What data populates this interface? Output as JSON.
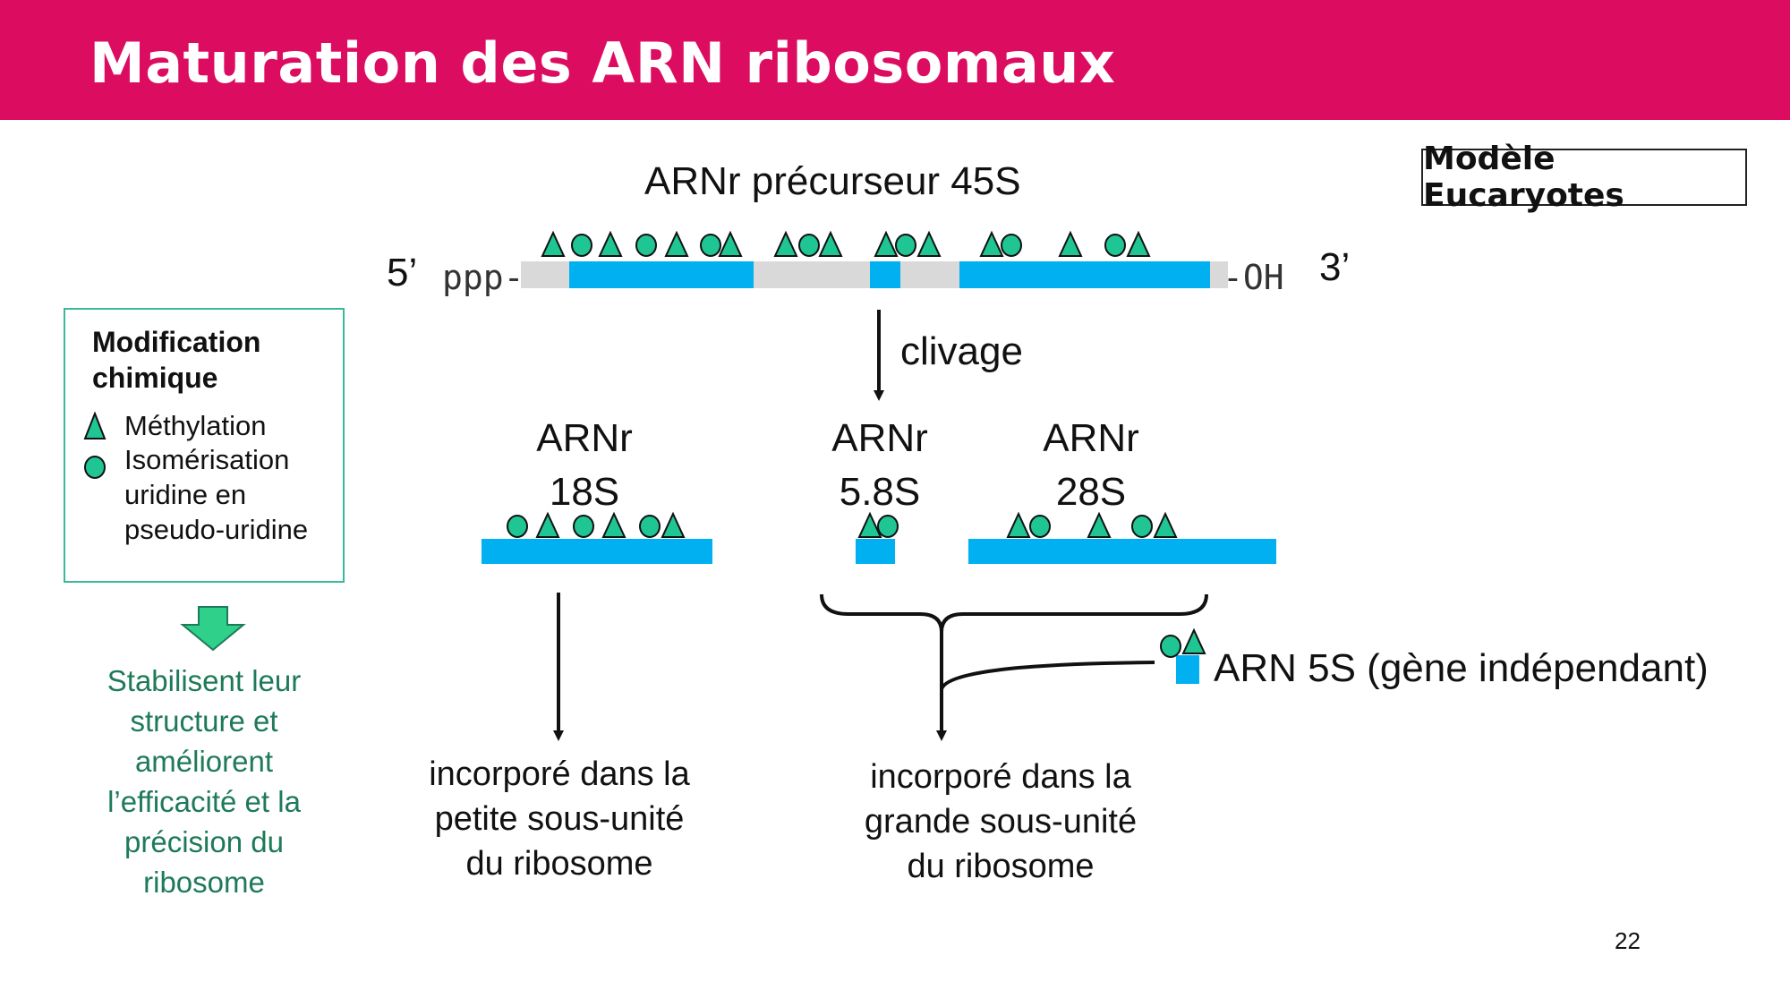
{
  "header": {
    "title": "Maturation des ARN ribosomaux"
  },
  "model_label": "Modèle Eucaryotes",
  "precursor": {
    "title": "ARNr précurseur 45S",
    "end5": "5’",
    "ppp": "ppp-",
    "oh": "-OH",
    "end3": "3’"
  },
  "cleavage_label": "clivage",
  "products": {
    "r18s": {
      "line1": "ARNr",
      "line2": "18S"
    },
    "r58s": {
      "line1": "ARNr",
      "line2": "5.8S"
    },
    "r28s": {
      "line1": "ARNr",
      "line2": "28S"
    }
  },
  "arn5s_label": "ARN 5S (gène indépendant)",
  "small_subunit": [
    "incorporé dans la",
    "petite sous-unité",
    "du ribosome"
  ],
  "large_subunit": [
    "incorporé dans la",
    "grande sous-unité",
    "du ribosome"
  ],
  "legend": {
    "title_line1": "Modification",
    "title_line2": "chimique",
    "methylation": "Méthylation",
    "isomerisation_lines": [
      "Isomérisation",
      "uridine en",
      "pseudo-uridine"
    ],
    "triangle_icon": "triangle-icon",
    "circle_icon": "circle-icon"
  },
  "effect_lines": [
    "Stabilisent leur",
    "structure et",
    "améliorent",
    "l’efficacité et la",
    "précision du",
    "ribosome"
  ],
  "page_number": "22",
  "colors": {
    "header": "#dc0c61",
    "rna_mature": "#00b0f0",
    "rna_spacer": "#d9d9d9",
    "modification_fill": "#1fc593",
    "legend_border": "#3ab89a",
    "effect_text": "#1e7a58",
    "arrow_down": "#2fd08a"
  }
}
